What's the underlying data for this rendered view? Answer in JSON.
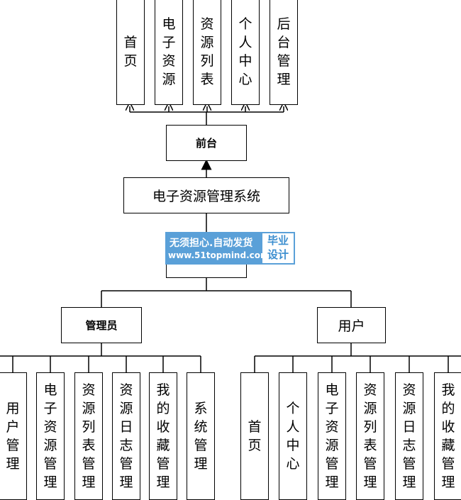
{
  "diagram": {
    "front_modules": [
      "首页",
      "电子资源",
      "资源列表",
      "个人中心",
      "后台管理"
    ],
    "front_node": "前台",
    "system_node": "电子资源管理系统",
    "admin_node": "管理员",
    "user_node": "用户",
    "admin_modules": [
      "用户管理",
      "电子资源管理",
      "资源列表管理",
      "资源日志管理",
      "我的收藏管理",
      "系统管理"
    ],
    "user_modules": [
      "首页",
      "个人中心",
      "电子资源管理",
      "资源列表管理",
      "资源日志管理",
      "我的收藏管理"
    ]
  },
  "watermark": {
    "line1": "无须担心.自动发货",
    "line2": "www.51topmind.com",
    "badge": "毕业设计"
  }
}
